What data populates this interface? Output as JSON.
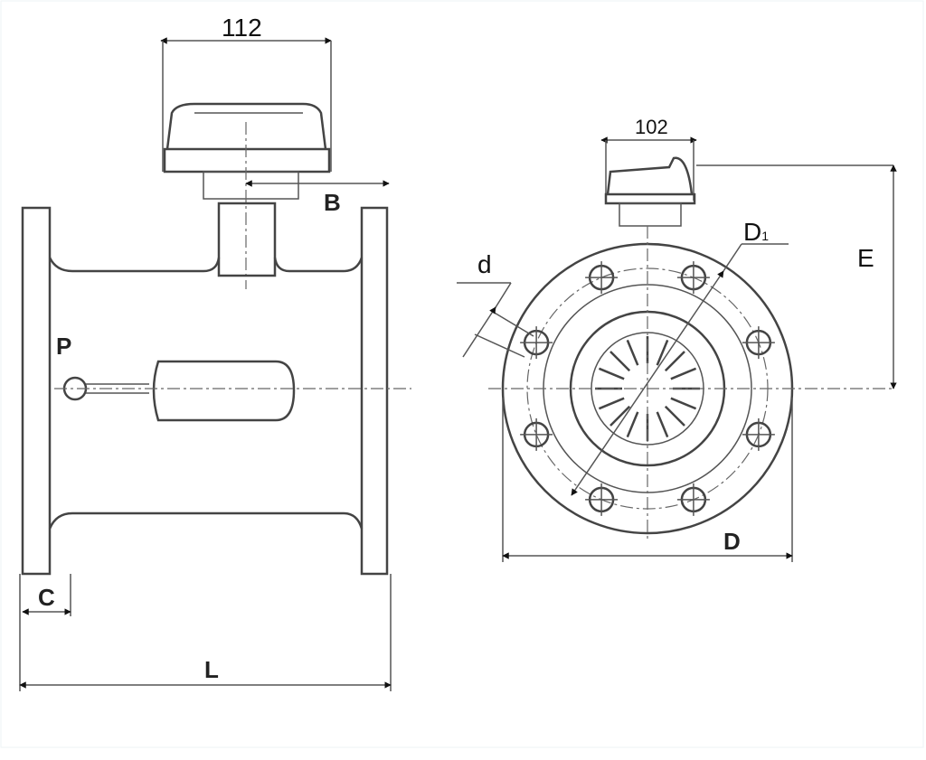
{
  "left_view": {
    "head_width_label": "112",
    "dim_b": "B",
    "port_label": "P",
    "dim_c": "C",
    "dim_l": "L"
  },
  "right_view": {
    "head_width_label": "102",
    "dim_d1": "D",
    "dim_d1_sub": "1",
    "dim_small_d": "d",
    "dim_e": "E",
    "dim_d": "D"
  }
}
